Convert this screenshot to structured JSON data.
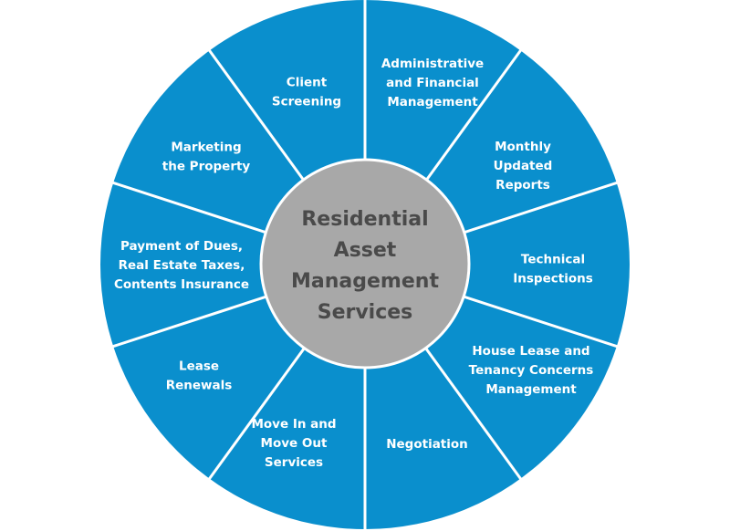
{
  "colors": {
    "segment": "#0a8fcd",
    "divider": "#ffffff",
    "center": "#a8a8a8",
    "center_text": "#4a4a4a"
  },
  "center": {
    "lines": [
      "Residential",
      "Asset",
      "Management",
      "Services"
    ]
  },
  "segments": [
    {
      "lines": [
        "Administrative",
        "and Financial",
        "Management"
      ]
    },
    {
      "lines": [
        "Monthly",
        "Updated",
        "Reports"
      ]
    },
    {
      "lines": [
        "Technical",
        "Inspections"
      ]
    },
    {
      "lines": [
        "House Lease and",
        "Tenancy Concerns",
        "Management"
      ]
    },
    {
      "lines": [
        "Negotiation"
      ]
    },
    {
      "lines": [
        "Move In and",
        "Move Out",
        "Services"
      ]
    },
    {
      "lines": [
        "Lease",
        "Renewals"
      ]
    },
    {
      "lines": [
        "Payment of Dues,",
        "Real Estate Taxes,",
        "Contents Insurance"
      ]
    },
    {
      "lines": [
        "Marketing",
        "the Property"
      ]
    },
    {
      "lines": [
        "Client",
        "Screening"
      ]
    }
  ]
}
